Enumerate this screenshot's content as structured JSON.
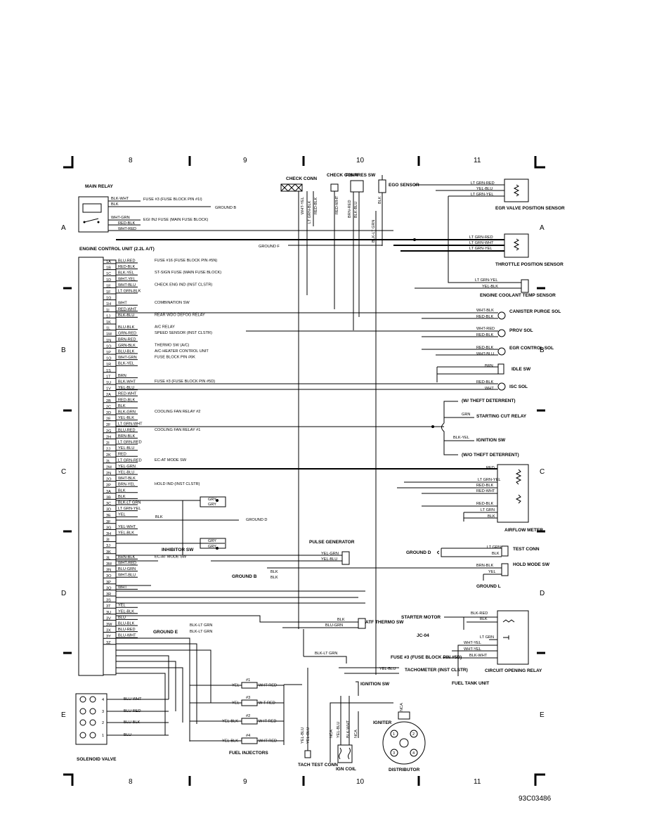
{
  "grid": {
    "columns": [
      "8",
      "9",
      "10",
      "11"
    ],
    "rows": [
      "A",
      "B",
      "C",
      "D",
      "E"
    ]
  },
  "figure_id": "93C03486",
  "ecu": {
    "title": "ENGINE CONTROL UNIT (2.2L A/T)",
    "pins": [
      {
        "pin": "1A",
        "wire": "BLU-RED",
        "dest": "FUSE #16 (FUSE BLOCK PIN #5N)"
      },
      {
        "pin": "1B",
        "wire": "RED-BLK",
        "dest": ""
      },
      {
        "pin": "1C",
        "wire": "BLK-YEL",
        "dest": "ST-SIGN FUSE (MAIN FUSE BLOCK)"
      },
      {
        "pin": "1D",
        "wire": "WHT-YEL",
        "dest": ""
      },
      {
        "pin": "1E",
        "wire": "WHT-BLU",
        "dest": "CHECK ENG IND (INST CLSTR)"
      },
      {
        "pin": "1F",
        "wire": "LT GRN-BLK",
        "dest": ""
      },
      {
        "pin": "1G",
        "wire": "",
        "dest": ""
      },
      {
        "pin": "1H",
        "wire": "WHT",
        "dest": "COMBINATION SW"
      },
      {
        "pin": "1I",
        "wire": "RED-WHT",
        "dest": ""
      },
      {
        "pin": "1J",
        "wire": "BLK-BLU",
        "dest": "REAR WDO DEFOG RELAY"
      },
      {
        "pin": "1K",
        "wire": "",
        "dest": ""
      },
      {
        "pin": "1L",
        "wire": "BLU-BLK",
        "dest": "A/C RELAY"
      },
      {
        "pin": "1M",
        "wire": "GRN-RED",
        "dest": "SPEED SENSOR (INST CLSTR)"
      },
      {
        "pin": "1N",
        "wire": "BRN-RED",
        "dest": ""
      },
      {
        "pin": "1O",
        "wire": "GRN-BLK",
        "dest": "THERMO SW (A/C)"
      },
      {
        "pin": "1P",
        "wire": "BLU-BLK",
        "dest": "A/C-HEATER CONTROL UNIT"
      },
      {
        "pin": "1Q",
        "wire": "WHT-GRN",
        "dest": "FUSE BLOCK PIN #6K"
      },
      {
        "pin": "1R",
        "wire": "BLK-YEL",
        "dest": ""
      },
      {
        "pin": "1S",
        "wire": "",
        "dest": ""
      },
      {
        "pin": "1T",
        "wire": "BRN",
        "dest": ""
      },
      {
        "pin": "1U",
        "wire": "BLK-WHT",
        "dest": "FUSE #3 (FUSE BLOCK PIN #5D)"
      },
      {
        "pin": "1V",
        "wire": "YEL-BLU",
        "dest": ""
      },
      {
        "pin": "2A",
        "wire": "RED-WHT",
        "dest": ""
      },
      {
        "pin": "2B",
        "wire": "RED-BLK",
        "dest": ""
      },
      {
        "pin": "2C",
        "wire": "BLK",
        "dest": ""
      },
      {
        "pin": "2D",
        "wire": "BLK-GRN",
        "dest": "COOLING FAN RELAY #2"
      },
      {
        "pin": "2E",
        "wire": "YEL-BLK",
        "dest": ""
      },
      {
        "pin": "2F",
        "wire": "LT GRN-WHT",
        "dest": ""
      },
      {
        "pin": "2G",
        "wire": "BLU-RED",
        "dest": "COOLING FAN RELAY #1"
      },
      {
        "pin": "2H",
        "wire": "BRN-BLK",
        "dest": ""
      },
      {
        "pin": "2I",
        "wire": "LT GRN-RED",
        "dest": ""
      },
      {
        "pin": "2J",
        "wire": "YEL-BLU",
        "dest": ""
      },
      {
        "pin": "2K",
        "wire": "RED",
        "dest": ""
      },
      {
        "pin": "2L",
        "wire": "LT GRN-RED",
        "dest": "EC-AT MODE SW"
      },
      {
        "pin": "2M",
        "wire": "YEL-GRN",
        "dest": ""
      },
      {
        "pin": "2N",
        "wire": "YEL-BLU",
        "dest": ""
      },
      {
        "pin": "2O",
        "wire": "WHT-BLK",
        "dest": ""
      },
      {
        "pin": "2P",
        "wire": "BRN-YEL",
        "dest": "HOLD IND (INST CLSTR)"
      },
      {
        "pin": "3A",
        "wire": "BLK",
        "dest": ""
      },
      {
        "pin": "3B",
        "wire": "BLK",
        "dest": ""
      },
      {
        "pin": "3C",
        "wire": "BLK-LT GRN",
        "dest": ""
      },
      {
        "pin": "3D",
        "wire": "LT GRN-YEL",
        "dest": ""
      },
      {
        "pin": "3E",
        "wire": "YEL",
        "dest": ""
      },
      {
        "pin": "3F",
        "wire": "",
        "dest": ""
      },
      {
        "pin": "3G",
        "wire": "YEL-WHT",
        "dest": ""
      },
      {
        "pin": "3H",
        "wire": "YEL-BLK",
        "dest": ""
      },
      {
        "pin": "3I",
        "wire": "",
        "dest": ""
      },
      {
        "pin": "3J",
        "wire": "",
        "dest": ""
      },
      {
        "pin": "3K",
        "wire": "",
        "dest": ""
      },
      {
        "pin": "3L",
        "wire": "BRN-BLK",
        "dest": "EC-AT MODE SW"
      },
      {
        "pin": "3M",
        "wire": "WHT-RED",
        "dest": ""
      },
      {
        "pin": "3N",
        "wire": "BLU-GRN",
        "dest": ""
      },
      {
        "pin": "3O",
        "wire": "WHT-BLU",
        "dest": ""
      },
      {
        "pin": "3P",
        "wire": "",
        "dest": ""
      },
      {
        "pin": "3Q",
        "wire": "WHT",
        "dest": ""
      },
      {
        "pin": "3R",
        "wire": "",
        "dest": ""
      },
      {
        "pin": "3S",
        "wire": "",
        "dest": ""
      },
      {
        "pin": "3T",
        "wire": "YEL",
        "dest": ""
      },
      {
        "pin": "3U",
        "wire": "YEL-BLK",
        "dest": ""
      },
      {
        "pin": "3V",
        "wire": "BLU",
        "dest": ""
      },
      {
        "pin": "3W",
        "wire": "BLU-BLK",
        "dest": ""
      },
      {
        "pin": "3X",
        "wire": "BLU-RED",
        "dest": ""
      },
      {
        "pin": "3Y",
        "wire": "BLU-WHT",
        "dest": ""
      },
      {
        "pin": "3Z",
        "wire": "",
        "dest": ""
      }
    ]
  },
  "main_relay": {
    "title": "MAIN RELAY",
    "wires": [
      "BLK-WHT",
      "BLK",
      "WHT-GRN",
      "RED-BLK",
      "WHT-RED"
    ],
    "fuse3": "FUSE #3 (FUSE BLOCK PIN #1I)",
    "ground_b": "GROUND B",
    "egi_fuse": "EGI INJ FUSE (MAIN FUSE BLOCK)"
  },
  "top_connectors": {
    "check_conn": "CHECK CONN",
    "check_conn2": "CHECK CONN",
    "ps_press_sw": "P/S PRES SW",
    "ego_sensor": "EGO SENSOR",
    "vertical_wires": [
      "WHT-YEL",
      "LT GRN-BLK",
      "RED-BLK",
      "RED-WHT",
      "BRN-RED",
      "BLK-BLU",
      "BLK",
      "BLK-LT GRN"
    ],
    "ground_f": "GROUND F"
  },
  "right_components": {
    "egr_valve": {
      "title": "EGR VALVE POSITION SENSOR",
      "wires": [
        "LT GRN-RED",
        "YEL-BLU",
        "LT GRN-YEL"
      ]
    },
    "throttle": {
      "title": "THROTTLE POSITION SENSOR",
      "wires": [
        "LT GRN-RED",
        "LT GRN-WHT",
        "LT GRN-YEL"
      ]
    },
    "coolant": {
      "title": "ENGINE COOLANT TEMP SENSOR",
      "wires": [
        "LT GRN-YEL",
        "YEL-BLK"
      ]
    },
    "canister": {
      "title": "CANISTER PURGE SOL",
      "wires": [
        "WHT-BLK",
        "RED-BLK"
      ]
    },
    "prov": {
      "title": "PROV SOL",
      "wires": [
        "WHT-RED",
        "RED-BLK"
      ]
    },
    "egr_control": {
      "title": "EGR CONTROL SOL",
      "wires": [
        "RED-BLK",
        "WHT-BLU"
      ]
    },
    "idle_sw": {
      "title": "IDLE SW",
      "wires": [
        "BRN"
      ]
    },
    "isc": {
      "title": "ISC SOL",
      "wires": [
        "RED-BLK",
        "WHT"
      ]
    },
    "theft": {
      "with": "(W/ THEFT DETERRENT)",
      "without": "(W/O THEFT DETERRENT)",
      "starting_cut": "STARTING CUT RELAY",
      "ignition": "IGNITION SW",
      "wires": [
        "GRN",
        "BLK-YEL"
      ]
    },
    "airflow": {
      "title": "AIRFLOW METER",
      "wires": [
        "RED",
        "LT GRN-YEL",
        "RED-BLK",
        "RED-WHT",
        "RED-BLK",
        "LT GRN",
        "BLK"
      ]
    },
    "test_conn": {
      "title": "TEST CONN",
      "wires": [
        "LT GRN",
        "BLK"
      ],
      "ground": "GROUND D"
    },
    "hold_mode": {
      "title": "HOLD MODE SW",
      "wires": [
        "BRN-BLK",
        "YEL"
      ],
      "ground": "GROUND L"
    },
    "circuit_relay": {
      "title": "CIRCUIT OPENING RELAY",
      "starter": "STARTER MOTOR",
      "jc": "JC-04",
      "fuse": "FUSE #3 (FUSE BLOCK PIN #5D)",
      "fuel_tank": "FUEL TANK UNIT",
      "wires": [
        "BLK-RED",
        "BLK",
        "LT GRN",
        "WHT-YEL",
        "WHT-YEL",
        "BLK-WHT"
      ]
    }
  },
  "middle": {
    "gry": "GRY",
    "ground_d": "GROUND D",
    "inhibitor": "INHIBITOR SW",
    "pulse_generator": {
      "title": "PULSE GENERATOR",
      "wires": [
        "YEL-GRN",
        "YEL-BLU"
      ]
    },
    "ground_b2": "GROUND B",
    "blk": "BLK",
    "atf_thermo": {
      "title": "ATF THERMO SW",
      "wires": [
        "BLK",
        "BLU-GRN"
      ]
    },
    "ground_e": {
      "title": "GROUND E",
      "wires": [
        "BLK-LT GRN",
        "BLK-LT GRN"
      ]
    },
    "blk_lt_grn": "BLK-LT GRN",
    "tachometer": {
      "title": "TACHOMETER (INST CLSTR)",
      "wire": "YEL-BLU"
    },
    "ignition_sw": "IGNITION SW"
  },
  "injectors": {
    "title": "FUEL INJECTORS",
    "items": [
      {
        "label": "#1",
        "left": "YEL",
        "right": "WHT-RED"
      },
      {
        "label": "#3",
        "left": "YEL",
        "right": "W-T-RED"
      },
      {
        "label": "#2",
        "left": "YEL-BLK",
        "right": "W-IT-RED"
      },
      {
        "label": "#4",
        "left": "YEL-BLK",
        "right": "WHT-RED"
      }
    ]
  },
  "solenoid": {
    "title": "SOLENOID VALVE",
    "pins": [
      {
        "n": "4",
        "wire": "BLU-WHT"
      },
      {
        "n": "3",
        "wire": "BLU-RED"
      },
      {
        "n": "2",
        "wire": "BLU-BLK"
      },
      {
        "n": "1",
        "wire": "BLU"
      }
    ]
  },
  "bottom": {
    "tach": {
      "title": "TACH TEST CONN",
      "wires": [
        "YEL-BLU",
        "YEL-BLU"
      ]
    },
    "ign_coil": {
      "title": "IGN COIL",
      "wires": [
        "NCA",
        "YEL-BLU",
        "BLK-WHT",
        "NCA"
      ]
    },
    "igniter": "IGNITER",
    "distributor": {
      "title": "DISTRIBUTOR",
      "wire": "NCA",
      "terminals": [
        "1",
        "2",
        "3",
        "4"
      ]
    }
  }
}
